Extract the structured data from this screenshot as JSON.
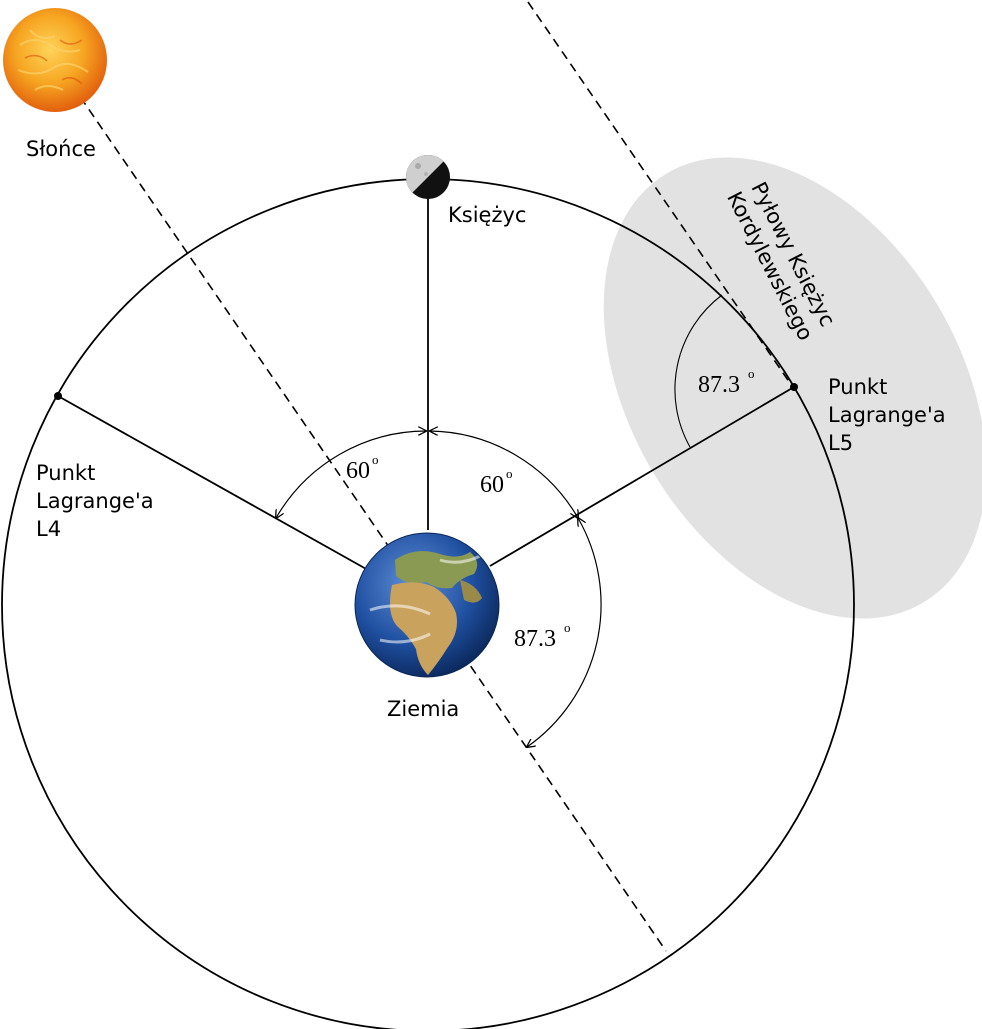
{
  "labels": {
    "sun": "Słońce",
    "moon": "Księżyc",
    "earth": "Ziemia",
    "l4_line1": "Punkt",
    "l4_line2": "Lagrange'a",
    "l4_line3": "L4",
    "l5_line1": "Punkt",
    "l5_line2": "Lagrange'a",
    "l5_line3": "L5",
    "cloud_line1": "Pyłowy Księżyc",
    "cloud_line2": "Kordylewskiego"
  },
  "angles": {
    "left_60": "60",
    "right_60": "60",
    "sun_l5": "87.3",
    "at_l5": "87.3",
    "degree_mark": "o"
  },
  "colors": {
    "line": "#000000",
    "cloud": "#e2e2e2",
    "sun_core": "#f7b52a",
    "sun_edge": "#e86a10",
    "earth_ocean": "#1f4fa0",
    "earth_land": "#c9a35e",
    "moon_lit": "#cfcfcf",
    "moon_dark": "#111111"
  }
}
